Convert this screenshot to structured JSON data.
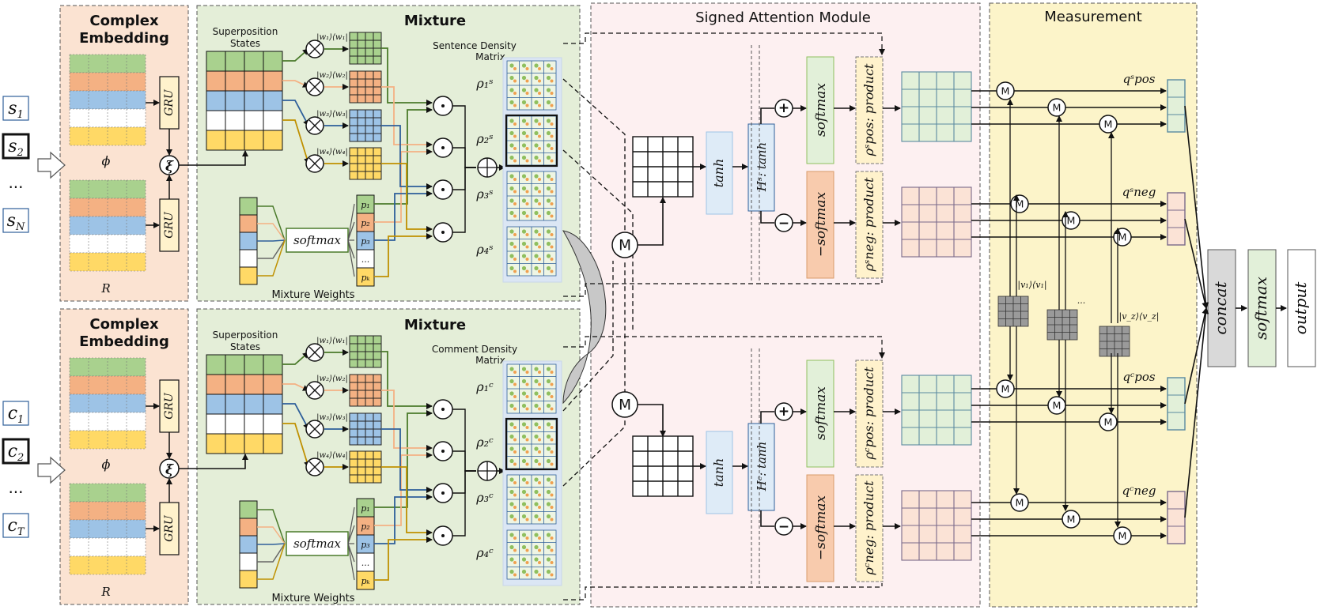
{
  "panels": {
    "complex_embedding": "Complex\nEmbedding",
    "mixture": "Mixture",
    "signed_attention": "Signed Attention Module",
    "measurement": "Measurement"
  },
  "inputs": {
    "sentence": [
      "s_1",
      "s_2",
      "...",
      "s_N"
    ],
    "comment": [
      "c_1",
      "c_2",
      "...",
      "c_T"
    ]
  },
  "embedding": {
    "gru": "GRU",
    "phi": "ϕ",
    "r": "R",
    "xi": "ξ"
  },
  "mixture": {
    "superposition_states": "Superposition\nStates",
    "projections": [
      "|w₁⟩⟨w₁|",
      "|w₂⟩⟨w₂|",
      "|w₃⟩⟨w₃|",
      "|w₄⟩⟨w₄|"
    ],
    "softmax": "softmax",
    "mixture_weights": "Mixture Weights",
    "weights": [
      "p₁",
      "p₂",
      "p₃",
      "...",
      "pₖ"
    ],
    "sentence_density": "Sentence Density\nMatrix",
    "comment_density": "Comment Density\nMatrix",
    "rho_s": [
      "ρ₁ˢ",
      "ρ₂ˢ",
      "ρ₃ˢ",
      "ρ₄ˢ"
    ],
    "rho_c": [
      "ρ₁ᶜ",
      "ρ₂ᶜ",
      "ρ₃ᶜ",
      "ρ₄ᶜ"
    ]
  },
  "attention": {
    "tanh": "tanh",
    "hs": "Hˢ: tanh",
    "hc": "Hᶜ: tanh",
    "softmax": "softmax",
    "neg_softmax": "−softmax",
    "pos_s": "ρˢpos: product",
    "neg_s": "ρˢneg: product",
    "pos_c": "ρᶜpos: product",
    "neg_c": "ρᶜneg: product",
    "m": "M",
    "plus": "+",
    "minus": "−"
  },
  "measurement": {
    "q_pos_s": "qˢpos",
    "q_neg_s": "qˢneg",
    "q_pos_c": "qᶜpos",
    "q_neg_c": "qᶜneg",
    "v1": "|v₁⟩⟨v₁|",
    "dots": "...",
    "vz": "|v_z⟩⟨v_z|"
  },
  "output_stack": {
    "concat": "concat",
    "softmax": "softmax",
    "output": "output"
  },
  "colors": {
    "embed_bg": "#fbe3d2",
    "mixture_bg": "#e4eed8",
    "attention_bg": "#fdf0f1",
    "measure_bg": "#fcf4c9",
    "green": "#a9d18e",
    "orange": "#f4b183",
    "blue": "#9dc3e6",
    "yellow": "#ffd966",
    "tanh": "#deebf7",
    "softmax_green": "#e2f0d9",
    "neg_softmax": "#f8cbad",
    "product": "#fff2cc",
    "line_green": "#4a7a2a",
    "line_orange": "#f4b183",
    "line_blue": "#2e5f9a",
    "line_gold": "#bf9000"
  }
}
